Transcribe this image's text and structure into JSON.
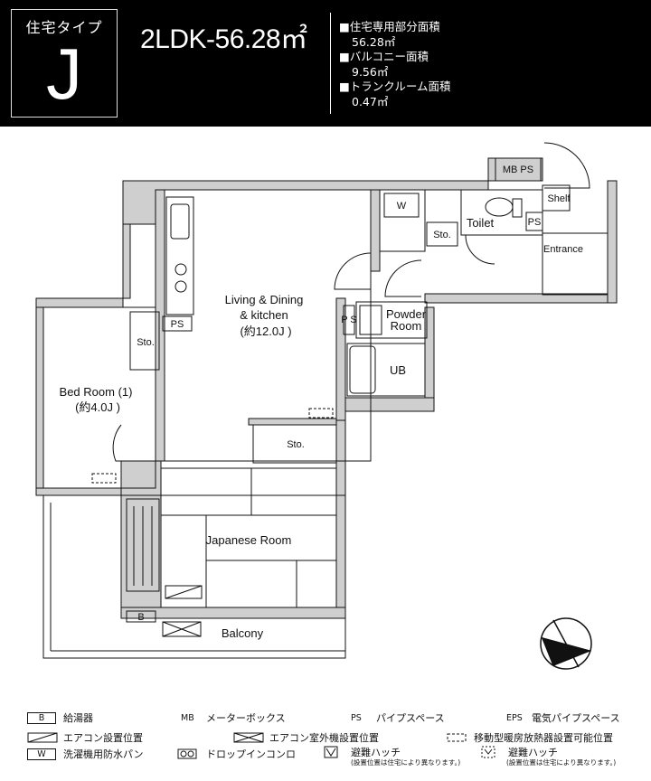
{
  "header": {
    "type_label": "住宅タイプ",
    "type_letter": "J",
    "layout_title": "2LDK-56.28㎡",
    "areas": [
      {
        "label": "■住宅専用部分面積",
        "value": "56.28㎡"
      },
      {
        "label": "■バルコニー面積",
        "value": "9.56㎡"
      },
      {
        "label": "■トランクルーム面積",
        "value": "0.47㎡"
      }
    ]
  },
  "rooms": {
    "living_line1": "Living & Dining",
    "living_line2": "& kitchen",
    "living_size": "(約12.0J )",
    "bedroom_line1": "Bed Room (1)",
    "bedroom_size": "(約4.0J )",
    "japanese": "Japanese Room",
    "balcony": "Balcony",
    "toilet": "Toilet",
    "entrance": "Entrance",
    "shelf": "Shelf",
    "powder_line1": "Powder",
    "powder_line2": "Room",
    "ub": "UB",
    "sto_bed": "Sto.",
    "sto_living": "Sto.",
    "sto_toilet": "Sto.",
    "ps_living": "PS",
    "ps_powder": "P S",
    "mb_ps": "MB PS",
    "ps_toilet": "PS",
    "washer": "W",
    "water_heater": "B"
  },
  "legend": [
    {
      "key": "B",
      "label": "給湯器"
    },
    {
      "key": "MB",
      "label": "メーターボックス"
    },
    {
      "key": "PS",
      "label": "パイプスペース"
    },
    {
      "key": "EPS",
      "label": "電気パイプスペース"
    },
    {
      "key": "",
      "label": "エアコン設置位置"
    },
    {
      "key": "",
      "label": "エアコン室外機設置位置"
    },
    {
      "key": "",
      "label": "移動型暖房放熱器設置可能位置"
    },
    {
      "key": "W",
      "label": "洗濯機用防水パン"
    },
    {
      "key": "",
      "label": "ドロップインコンロ"
    },
    {
      "key": "",
      "label": "避難ハッチ",
      "note": "(設置位置は住宅により異なります。)"
    },
    {
      "key": "",
      "label": "避難ハッチ",
      "note": "(設置位置は住宅により異なります。)"
    }
  ],
  "colors": {
    "wall": "#cfcfcf",
    "line": "#111111",
    "header_bg": "#000000"
  }
}
